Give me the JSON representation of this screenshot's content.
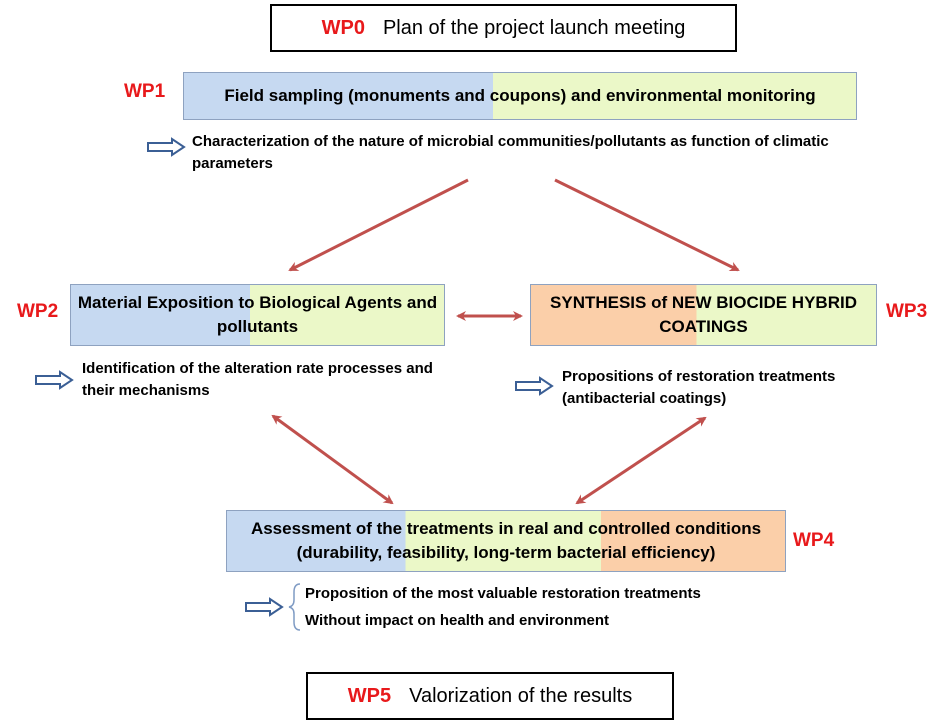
{
  "wp0": {
    "label": "WP0",
    "title": "Plan of the project launch meeting"
  },
  "wp1": {
    "label": "WP1",
    "box_text": "Field sampling (monuments and coupons) and environmental monitoring",
    "outcome": "Characterization of the nature of microbial communities/pollutants as function of climatic parameters"
  },
  "wp2": {
    "label": "WP2",
    "box_text": "Material Exposition to Biological Agents and pollutants",
    "outcome": "Identification of the alteration rate processes and their mechanisms"
  },
  "wp3": {
    "label": "WP3",
    "box_text": "SYNTHESIS of NEW BIOCIDE HYBRID COATINGS",
    "outcome": "Propositions of restoration treatments (antibacterial coatings)"
  },
  "wp4": {
    "label": "WP4",
    "box_text": "Assessment of the treatments in real and controlled conditions (durability, feasibility, long-term bacterial efficiency)",
    "outcomes": [
      "Proposition of the most valuable restoration treatments",
      "Without impact on health and environment"
    ]
  },
  "wp5": {
    "label": "WP5",
    "title": "Valorization of the results"
  },
  "colors": {
    "wp_label": "#e8191b",
    "blue_fill": "#c6d9f1",
    "green_fill": "#ebf8c8",
    "orange_fill": "#fbcfa9",
    "connector_arrow": "#c0504d",
    "outcome_arrow": "#3b5f95"
  },
  "icons": {
    "outcome_marker": "hollow-right-arrow-icon",
    "connector": "red-arrow-icon"
  }
}
